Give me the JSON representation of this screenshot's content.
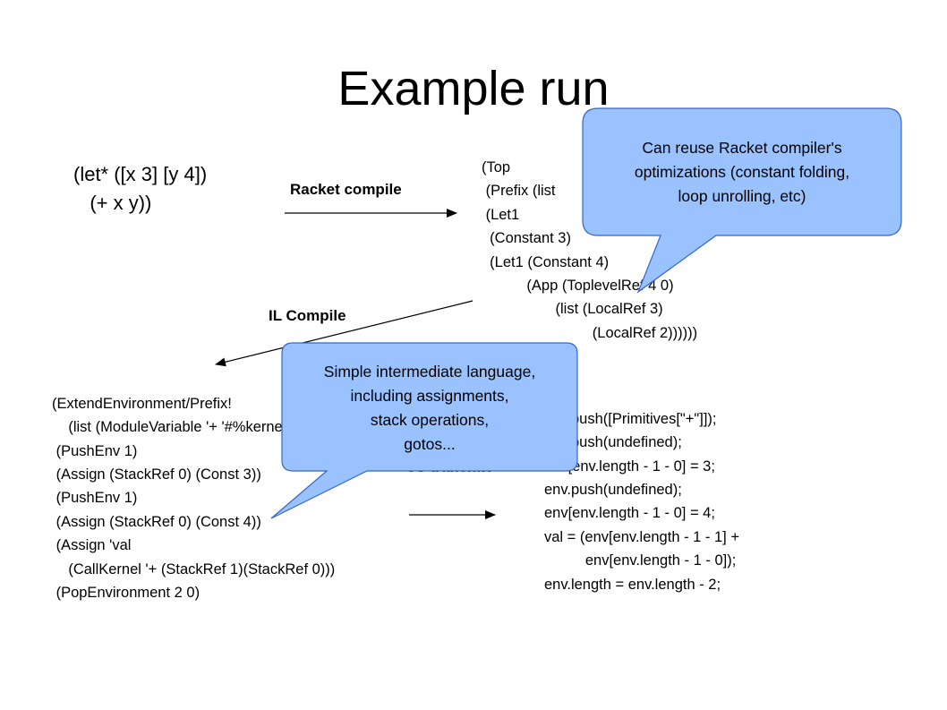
{
  "slide": {
    "title": "Example run",
    "source_code": [
      "(let* ([x 3] [y 4])",
      "   (+ x y))"
    ],
    "racket_compile_label": "Racket compile",
    "il_compile_label": "IL Compile",
    "js_translate_label": "JS translate",
    "racket_output": [
      "(Top",
      " (Prefix (list",
      " (Let1",
      "  (Constant 3)",
      "  (Let1 (Constant 4)",
      "           (App (ToplevelRef 4 0)",
      "                  (list (LocalRef 3)",
      "                           (LocalRef 2))))))"
    ],
    "il_output": [
      "(ExtendEnvironment/Prefix!",
      "    (list (ModuleVariable '+ '#%kernel)))",
      " (PushEnv 1)",
      " (Assign (StackRef 0) (Const 3))",
      " (PushEnv 1)",
      " (Assign (StackRef 0) (Const 4))",
      " (Assign 'val",
      "    (CallKernel '+ (StackRef 1)(StackRef 0)))",
      " (PopEnvironment 2 0)"
    ],
    "js_output": [
      "env.push([Primitives[\"+\"]]);",
      "env.push(undefined);",
      "env[env.length - 1 - 0] = 3;",
      "env.push(undefined);",
      "env[env.length - 1 - 0] = 4;",
      "val = (env[env.length - 1 - 1] +",
      "          env[env.length - 1 - 0]);",
      "env.length = env.length - 2;"
    ],
    "callout_optimizations": [
      "Can reuse Racket compiler's",
      "optimizations (constant folding,",
      "loop unrolling, etc)"
    ],
    "callout_il": [
      "Simple intermediate language,",
      "including assignments,",
      "stack operations,",
      "gotos..."
    ],
    "callout_fill": "#99c2ff",
    "callout_stroke": "#3366cc"
  }
}
